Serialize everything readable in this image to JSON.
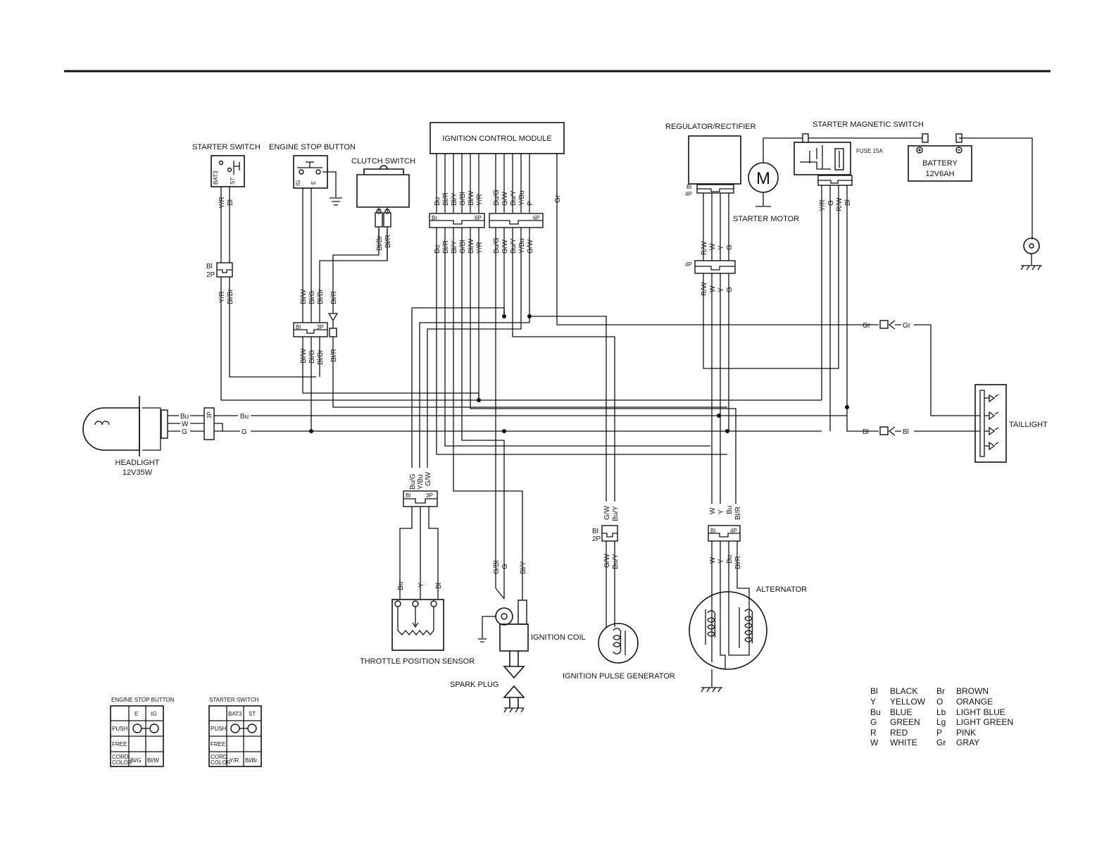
{
  "components": {
    "ignition_control_module": "IGNITION CONTROL MODULE",
    "regulator_rectifier": "REGULATOR/RECTIFIER",
    "starter_magnetic_switch": "STARTER MAGNETIC SWITCH",
    "fuse": "FUSE 15A",
    "battery": "BATTERY",
    "battery_rating": "12V6AH",
    "starter_motor": "STARTER MOTOR",
    "motor_symbol": "M",
    "starter_switch": "STARTER SWITCH",
    "engine_stop_button": "ENGINE STOP BUTTON",
    "clutch_switch": "CLUTCH SWITCH",
    "headlight": "HEADLIGHT",
    "headlight_rating": "12V35W",
    "taillight": "TAILLIGHT",
    "alternator": "ALTERNATOR",
    "ignition_coil": "IGNITION COIL",
    "spark_plug": "SPARK PLUG",
    "throttle_position_sensor": "THROTTLE POSITION SENSOR",
    "ignition_pulse_generator": "IGNITION PULSE GENERATOR"
  },
  "connectors": {
    "p6": "6P",
    "p4": "4P",
    "p3": "3P",
    "p2": "2P",
    "bl": "Bl",
    "br": "Br",
    "bat3": "BAT3",
    "st": "ST",
    "ig": "IG",
    "e": "E"
  },
  "wires": {
    "yr": "Y/R",
    "bl": "Bl",
    "blbr": "Bl/Br",
    "blw": "Bl/W",
    "blg": "Bl/G",
    "blr": "Bl/R",
    "bu": "Bu",
    "bly": "Bl/Y",
    "gbl": "G/Bl",
    "bug": "Bu/G",
    "gw": "G/W",
    "buy": "Bu/Y",
    "ybu": "Y/Bu",
    "p": "P",
    "gr": "Gr",
    "rw": "R/W",
    "w": "W",
    "y": "Y",
    "g": "G"
  },
  "tables": {
    "stop_title": "ENGINE STOP BUTTON",
    "starter_title": "STARTER SWITCH",
    "push": "PUSH",
    "free": "FREE",
    "cord1": "CORD",
    "cord2": "COLOR",
    "stop_cols": [
      "E",
      "IG"
    ],
    "stop_colors": [
      "Bl/G",
      "Bl/W"
    ],
    "starter_cols": [
      "BAT3",
      "ST"
    ],
    "starter_colors": [
      "Y/R",
      "Bl/Br"
    ]
  },
  "legend": [
    {
      "code": "Bl",
      "name": "BLACK"
    },
    {
      "code": "Y",
      "name": "YELLOW"
    },
    {
      "code": "Bu",
      "name": "BLUE"
    },
    {
      "code": "G",
      "name": "GREEN"
    },
    {
      "code": "R",
      "name": "RED"
    },
    {
      "code": "W",
      "name": "WHITE"
    },
    {
      "code": "Br",
      "name": "BROWN"
    },
    {
      "code": "O",
      "name": "ORANGE"
    },
    {
      "code": "Lb",
      "name": "LIGHT BLUE"
    },
    {
      "code": "Lg",
      "name": "LIGHT GREEN"
    },
    {
      "code": "P",
      "name": "PINK"
    },
    {
      "code": "Gr",
      "name": "GRAY"
    }
  ]
}
